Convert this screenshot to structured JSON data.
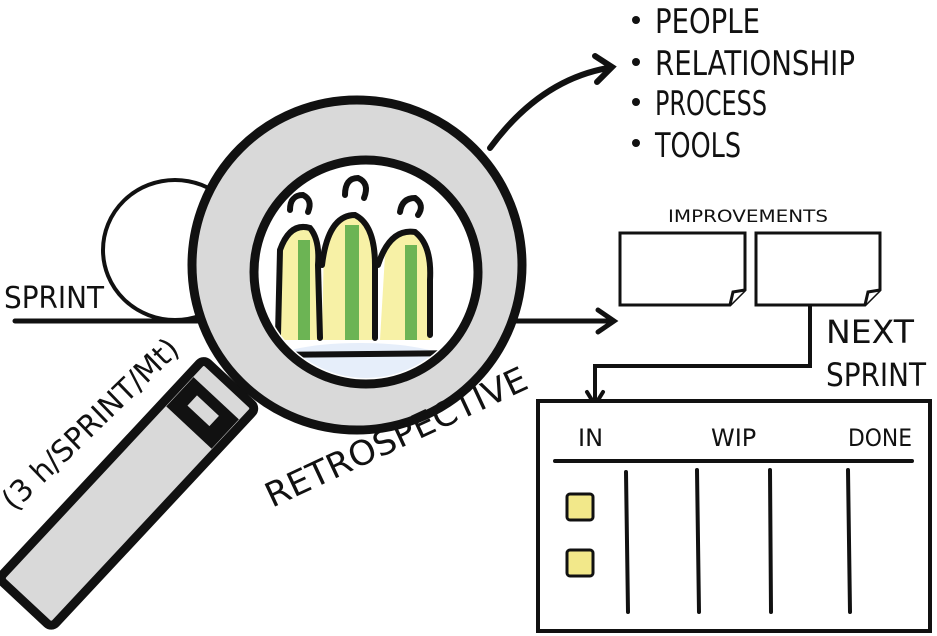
{
  "bullets": [
    "PEOPLE",
    "RELATIONSHIP",
    "PROCESS",
    "TOOLS"
  ],
  "sprint_label": "SPRINT",
  "duration_label": "(3 h/SPRINT/Mt)",
  "retrospective_label": "RETROSPECTIVE",
  "improvements_label": "IMPROVEMENTS",
  "next_sprint": [
    "NEXT",
    "SPRINT"
  ],
  "board": {
    "columns": [
      "IN",
      "WIP",
      "DONE"
    ]
  },
  "colors": {
    "lens_gray": "#d9d9d9",
    "yellow": "#f7f1a6",
    "green": "#6cb454",
    "blue_tint": "#e6eefa",
    "sticky": "#f2e88a"
  }
}
